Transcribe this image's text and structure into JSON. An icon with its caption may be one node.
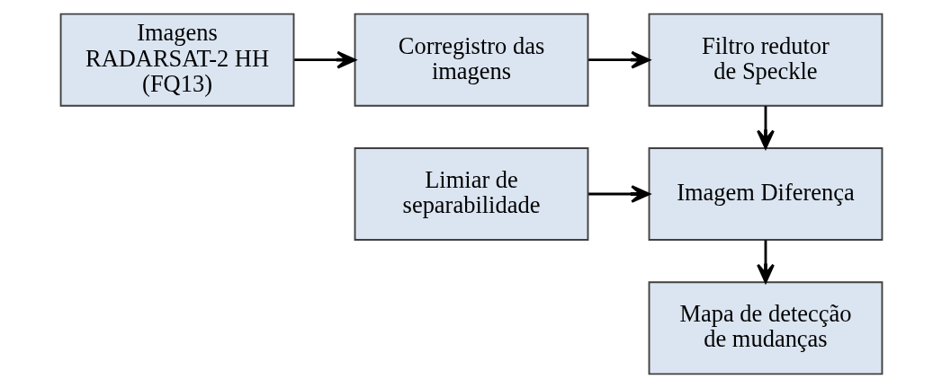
{
  "diagram": {
    "nodes": [
      {
        "text": [
          "Imagens RADARSAT-2 HH (FQ13)"
        ]
      },
      {
        "text": [
          "Corregistro das imagens"
        ]
      },
      {
        "text": [
          "Filtro redutor de Speckle"
        ]
      },
      {
        "text": [
          "Imagem Diferença"
        ]
      },
      {
        "text": [
          "Limiar de separabilidade"
        ]
      },
      {
        "text": [
          "Mapa de detecção de mudanças"
        ]
      }
    ],
    "edges": [
      {
        "from": 0,
        "to": 1,
        "arrow": "to"
      },
      {
        "from": 1,
        "to": 2,
        "arrow": "to"
      },
      {
        "from": 2,
        "to": 3,
        "arrow": "to"
      },
      {
        "from": 4,
        "to": 3,
        "arrow": "to"
      },
      {
        "from": 3,
        "to": 5,
        "arrow": "to"
      }
    ]
  }
}
